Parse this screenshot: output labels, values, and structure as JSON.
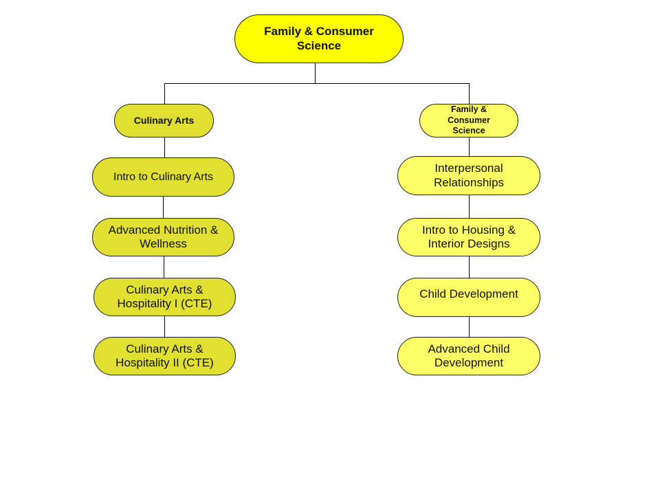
{
  "root": {
    "label": "Family & Consumer Science"
  },
  "branches": [
    {
      "header": "Culinary Arts",
      "courses": [
        "Intro to Culinary Arts",
        "Advanced Nutrition & Wellness",
        "Culinary Arts & Hospitality I (CTE)",
        "Culinary Arts & Hospitality II (CTE)"
      ]
    },
    {
      "header": "Family & Consumer Science",
      "courses": [
        "Interpersonal Relationships",
        "Intro to Housing & Interior Designs",
        "Child Development",
        "Advanced Child Development"
      ]
    }
  ],
  "colors": {
    "root": "#ffff00",
    "left": "#e0e033",
    "right": "#ffff66"
  }
}
